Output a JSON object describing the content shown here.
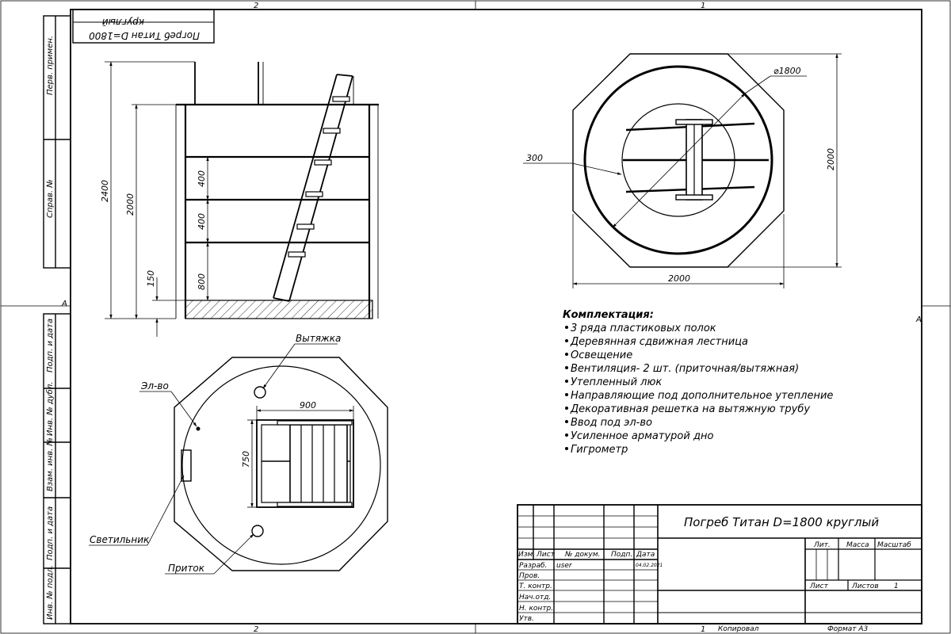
{
  "frame": {
    "zone_top_left": "2",
    "zone_top_right": "1",
    "zone_bottom_left": "2",
    "zone_bottom_right": "1",
    "zone_side_left": "A",
    "zone_side_right": "A"
  },
  "side_stamps": [
    "Перв. примен.",
    "Справ. №",
    "Подп. и дата",
    "Инв. № дубл.",
    "Взам. инв. №",
    "Подп. и дата",
    "Инв. № подл."
  ],
  "top_stamp": {
    "line1": "Погреб Титан D=1800",
    "line2": "круглый"
  },
  "elevation": {
    "dim_total": "2400",
    "dim_body": "2000",
    "dim_shelf1": "400",
    "dim_shelf2": "400",
    "dim_bottom": "800",
    "dim_floor": "150"
  },
  "plan_top": {
    "dim_diameter": "⌀1800",
    "dim_wall": "300",
    "dim_width": "2000",
    "dim_height": "2000"
  },
  "plan_bottom": {
    "label_exhaust": "Вытяжка",
    "label_electric": "Эл-во",
    "label_lamp": "Светильник",
    "label_inflow": "Приток",
    "dim_hatch_width": "900",
    "dim_hatch_height": "750"
  },
  "equipment": {
    "heading": "Комплектация:",
    "items": [
      "3 ряда пластиковых полок",
      "Деревянная сдвижная лестница",
      "Освещение",
      "Вентиляция- 2 шт. (приточная/вытяжная)",
      "Утепленный люк",
      "Направляющие под дополнительное утепление",
      "Декоративная решетка на вытяжную трубу",
      "Ввод под эл-во",
      "Усиленное арматурой дно",
      "Гигрометр"
    ]
  },
  "title_block": {
    "title": "Погреб Титан D=1800 круглый",
    "col_izm": "Изм.",
    "col_list": "Лист",
    "col_doc": "№ докум.",
    "col_sign": "Подп.",
    "col_date": "Дата",
    "rows": [
      "Разраб.",
      "Пров.",
      "Т. контр.",
      "Нач.отд.",
      "Н. контр.",
      "Утв."
    ],
    "developer": "user",
    "date": "04.02.2021",
    "lit": "Лит.",
    "mass": "Масса",
    "scale": "Масштаб",
    "sheet": "Лист",
    "sheets": "Листов",
    "sheets_value": "1",
    "copied": "Копировал",
    "format": "Формат A3"
  }
}
